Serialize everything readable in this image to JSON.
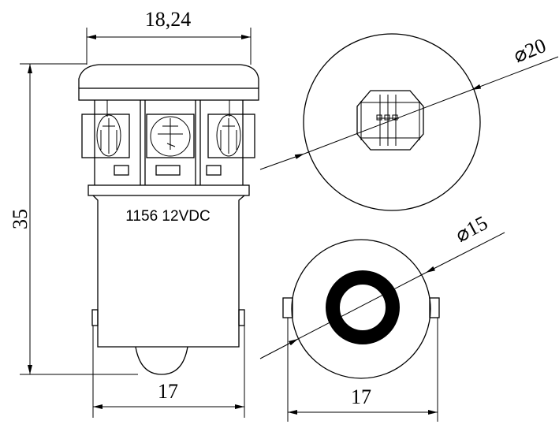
{
  "side_view": {
    "marking": "1156 12VDC",
    "width_label": "18,24",
    "height_label": "35",
    "base_width_label": "17"
  },
  "top_view": {
    "diameter_label": "⌀20"
  },
  "bottom_view": {
    "diameter_label": "⌀15",
    "width_label": "17"
  },
  "colors": {
    "line": "#000000",
    "background": "#ffffff"
  }
}
